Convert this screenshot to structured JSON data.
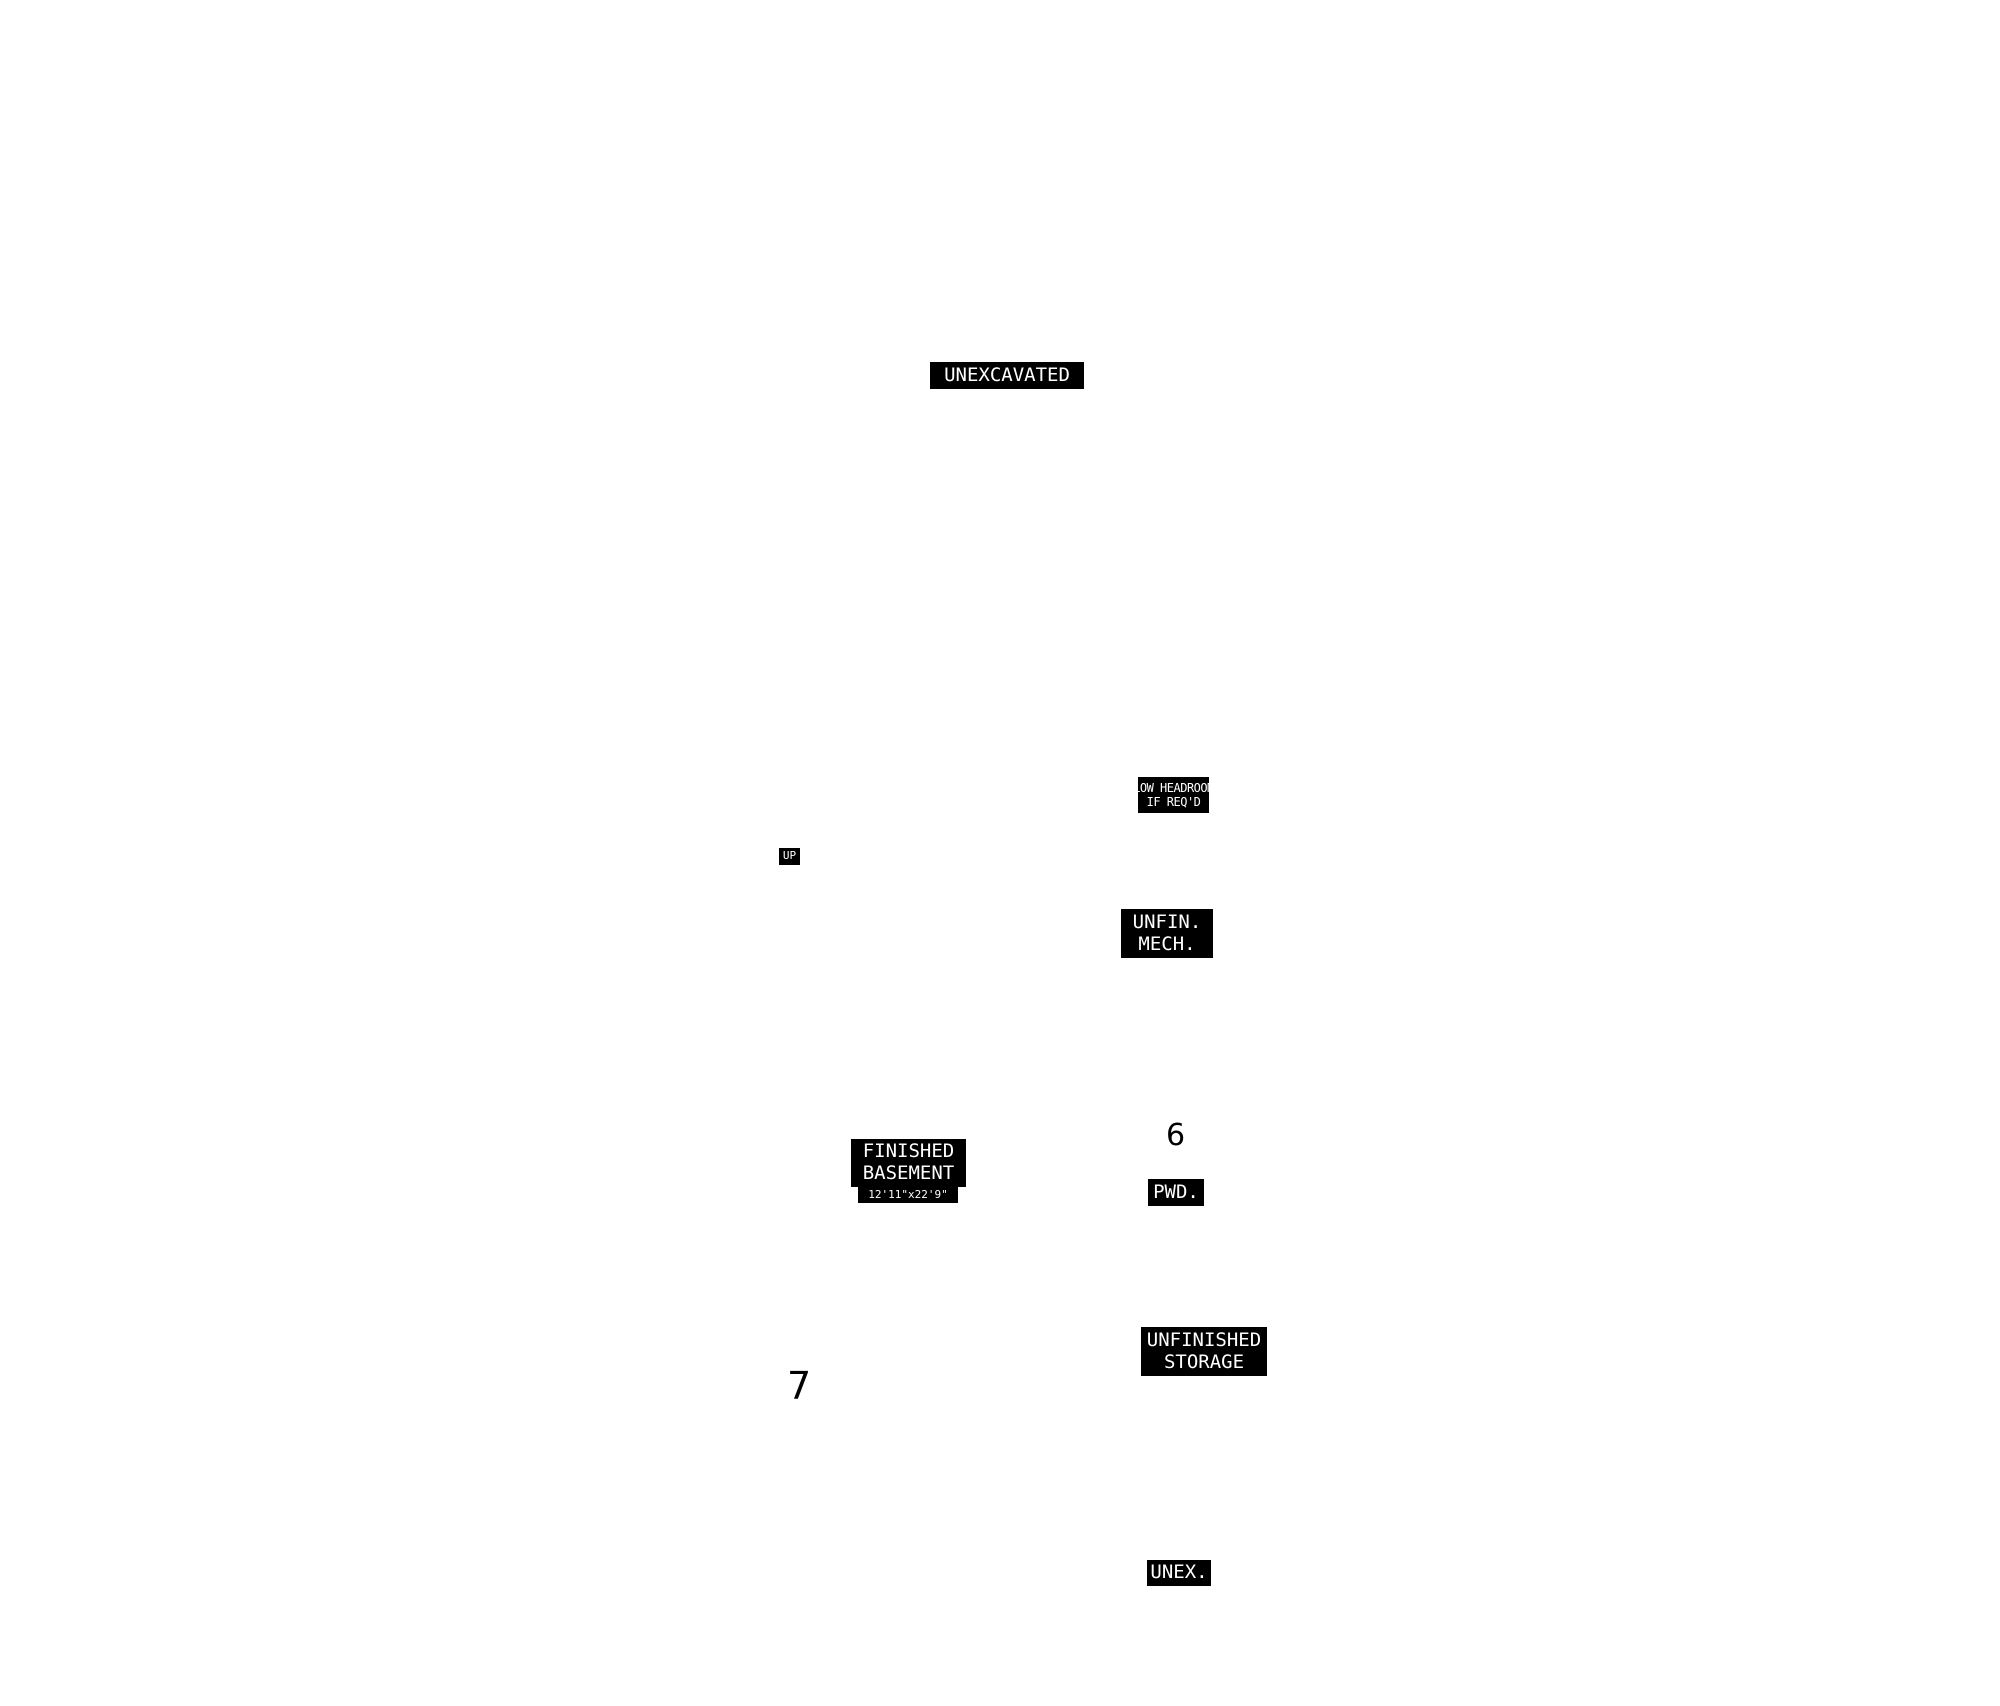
{
  "floor_plan": {
    "labels": {
      "unexcavated": "UNEXCAVATED",
      "low_headroom_line1": "LOW HEADROOM",
      "low_headroom_line2": "IF REQ'D",
      "up": "UP",
      "unfin_mech_line1": "UNFIN.",
      "unfin_mech_line2": "MECH.",
      "finished_basement_line1": "FINISHED",
      "finished_basement_line2": "BASEMENT",
      "finished_basement_dimensions": "12'11\"x22'9\"",
      "pwd": "PWD.",
      "unfinished_storage_line1": "UNFINISHED",
      "unfinished_storage_line2": "STORAGE",
      "unex": "UNEX."
    },
    "markers": {
      "six": "6",
      "seven": "7"
    }
  }
}
